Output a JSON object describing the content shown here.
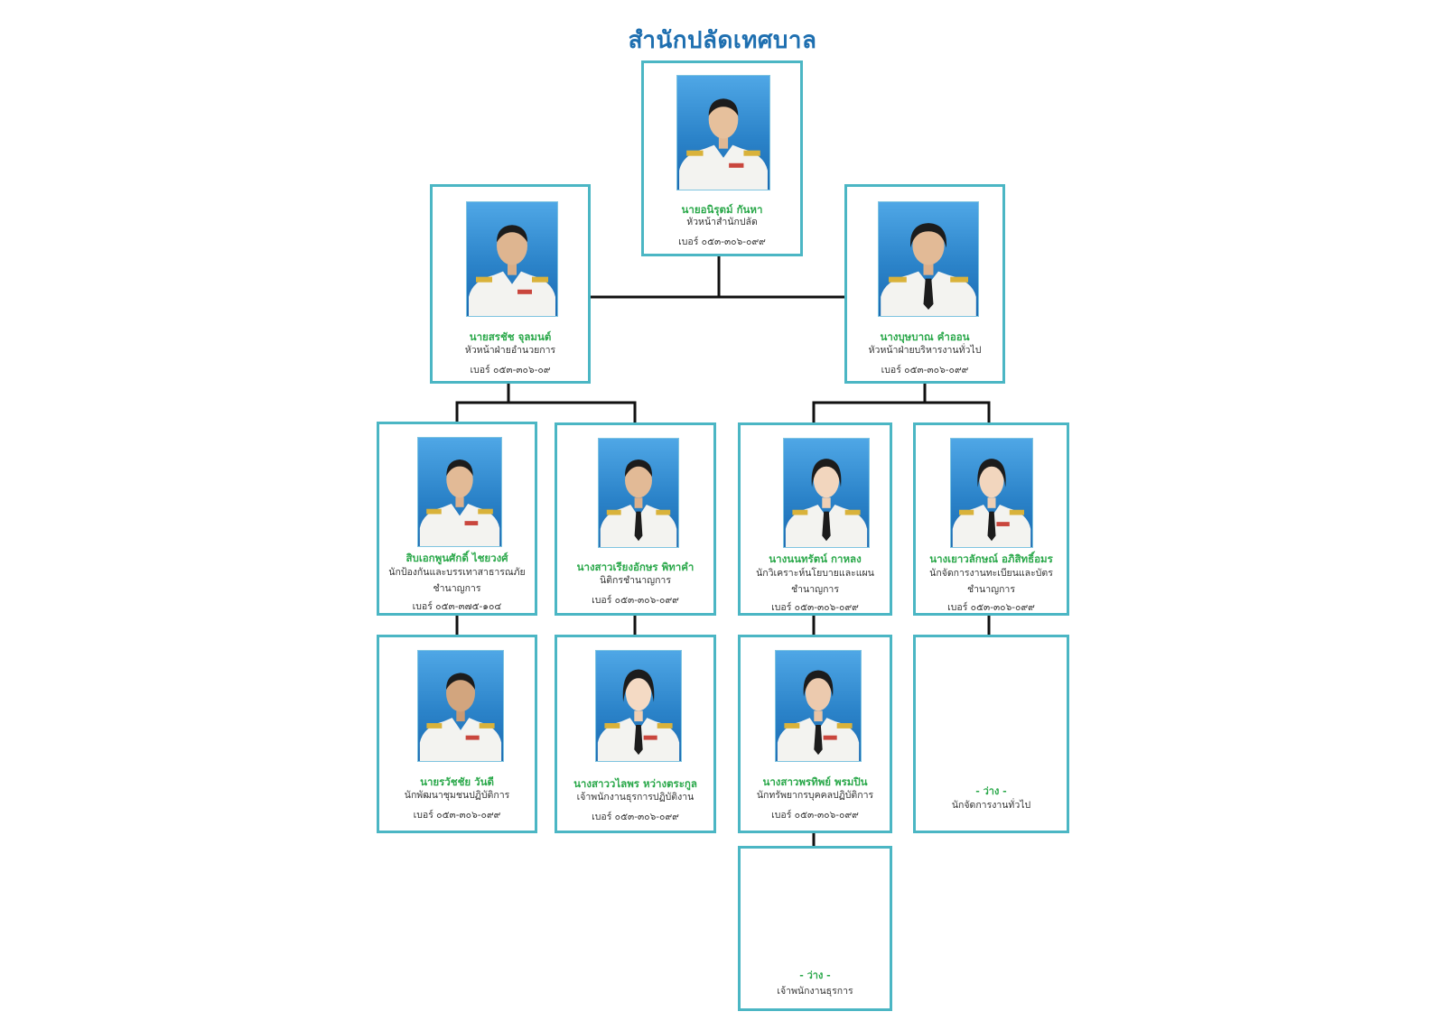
{
  "title": "สำนักปลัดเทศบาล",
  "colors": {
    "title": "#1e6fb0",
    "card_border": "#4bb6c4",
    "name": "#2aa84a",
    "connector": "#111111"
  },
  "nodes": {
    "head": {
      "name": "นายอนิรุตม์   กันหา",
      "position": "หัวหน้าสำนักปลัด",
      "phone": "เบอร์ ๐๕๓-๓๐๖-๐๙๙"
    },
    "admin_head": {
      "name": "นายสรชัช จุลมนต์",
      "position": "หัวหน้าฝ่ายอำนวยการ",
      "phone": "เบอร์ ๐๕๓-๓๐๖-๐๙"
    },
    "general_head": {
      "name": "นางบุษบาณ คำออน",
      "position": "หัวหน้าฝ่ายบริหารงานทั่วไป",
      "phone": "เบอร์ ๐๕๓-๓๐๖-๐๙๙"
    },
    "disaster": {
      "name": "สิบเอกพูนศักดิ์   ไชยวงศ์",
      "position_line1": "นักป้องกันและบรรเทาสาธารณภัย",
      "position_line2": "ชำนาญการ",
      "phone": "เบอร์ ๐๕๓-๓๗๕-๑๐๔"
    },
    "legal": {
      "name": "นางสาวเรียงอักษร พิทาคำ",
      "position": "นิติกรชำนาญการ",
      "phone": "เบอร์ ๐๕๓-๓๐๖-๐๙๙"
    },
    "policy": {
      "name": "นางนนทรัตน์   กาหลง",
      "position_line1": "นักวิเคราะห์นโยบายและแผน",
      "position_line2": "ชำนาญการ",
      "phone": "เบอร์ ๐๕๓-๓๐๖-๐๙๙"
    },
    "registry": {
      "name": "นางเยาวลักษณ์ อภิสิทธิ์อมร",
      "position_line1": "นักจัดการงานทะเบียนและบัตร",
      "position_line2": "ชำนาญการ",
      "phone": "เบอร์ ๐๕๓-๓๐๖-๐๙๙"
    },
    "community": {
      "name": "นายรวัชชัย   วันดี",
      "position": "นักพัฒนาชุมชนปฏิบัติการ",
      "phone": "เบอร์ ๐๕๓-๓๐๖-๐๙๙"
    },
    "clerk": {
      "name": "นางสาววไลพร  หว่างตระกูล",
      "position": "เจ้าพนักงานธุรการปฏิบัติงาน",
      "phone": "เบอร์ ๐๕๓-๓๐๖-๐๙๙"
    },
    "hr": {
      "name": "นางสาวพรทิพย์  พรมปิน",
      "position": "นักทรัพยากรบุคคลปฏิบัติการ",
      "phone": "เบอร์ ๐๕๓-๓๐๖-๐๙๙"
    },
    "vacant_general": {
      "label": "- ว่าง -",
      "position": "นักจัดการงานทั่วไป"
    },
    "vacant_clerk": {
      "label": "- ว่าง -",
      "position": "เจ้าพนักงานธุรการ"
    }
  }
}
